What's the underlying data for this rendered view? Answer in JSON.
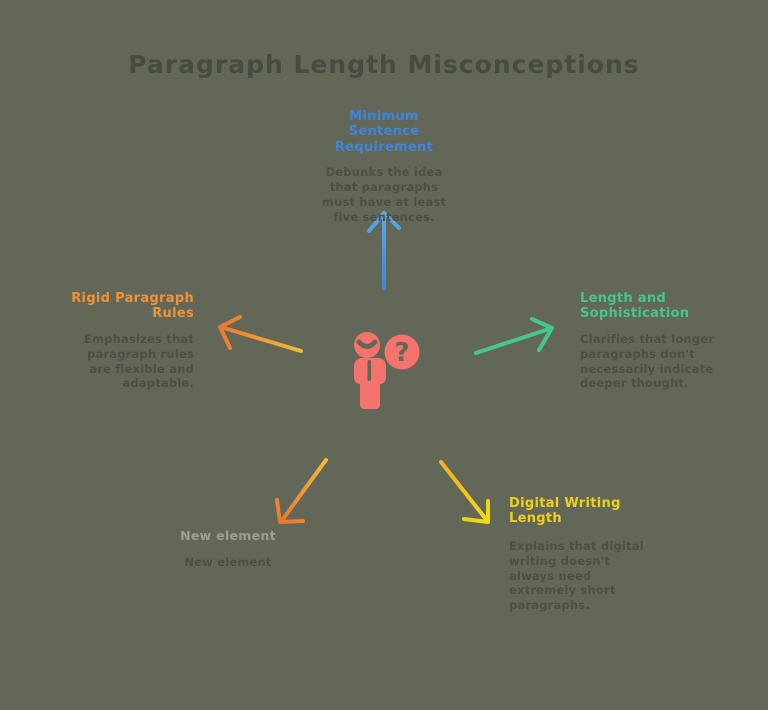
{
  "title": "Paragraph Length Misconceptions",
  "colors": {
    "background": "#636758",
    "title_text": "#474c42",
    "description_text": "#4b5046",
    "blue": "#3f86d8",
    "blue_light": "#58aae6",
    "orange_tip": "#e87a2e",
    "orange_tail": "#f2bc3c",
    "green": "#45c68b",
    "yellow_tip": "#f2d818",
    "yellow_tail": "#eeb31e",
    "muted_gray": "#9aa092",
    "icon_salmon": "#f4736c"
  },
  "center": {
    "icon": "person-question-icon",
    "question_mark": "?"
  },
  "nodes": [
    {
      "id": "minimum-sentence-requirement",
      "label": "Minimum Sentence Requirement",
      "description": "Debunks the idea that paragraphs must have at least five sentences.",
      "color": "#3f86d8",
      "position": "top"
    },
    {
      "id": "rigid-paragraph-rules",
      "label": "Rigid Paragraph Rules",
      "description": "Emphasizes that paragraph rules are flexible and adaptable.",
      "color": "#ee9338",
      "position": "left"
    },
    {
      "id": "length-and-sophistication",
      "label": "Length and Sophistication",
      "description": "Clarifies that longer paragraphs don't necessarily indicate deeper thought.",
      "color": "#45c68b",
      "position": "right"
    },
    {
      "id": "new-element",
      "label": "New element",
      "description": "New element",
      "color": "#9aa092",
      "position": "bottom-left"
    },
    {
      "id": "digital-writing-length",
      "label": "Digital Writing Length",
      "description": "Explains that digital writing doesn't always need extremely short paragraphs.",
      "color": "#eed11c",
      "position": "bottom-right"
    }
  ]
}
